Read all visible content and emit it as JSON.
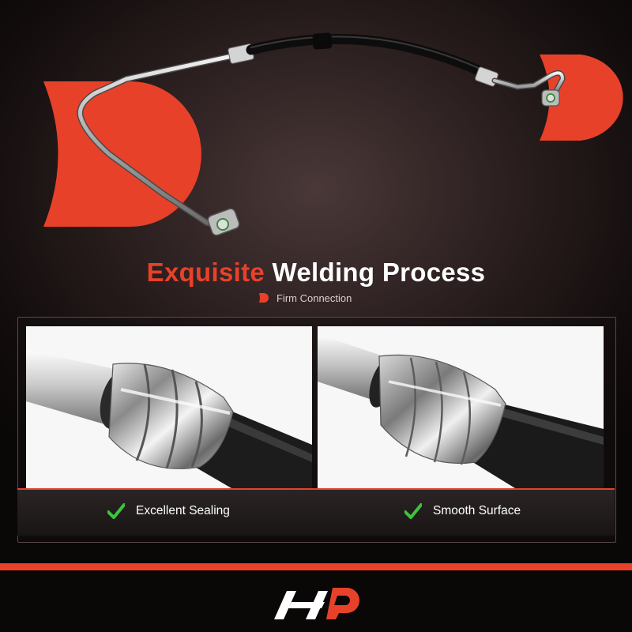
{
  "headline": {
    "accent": "Exquisite",
    "rest": " Welding Process"
  },
  "subheadline": "Firm Connection",
  "features": [
    {
      "label": "Excellent Sealing",
      "icon": "checkmark-icon"
    },
    {
      "label": "Smooth Surface",
      "icon": "checkmark-icon"
    }
  ],
  "colors": {
    "accent": "#e8412a",
    "check": "#3cc43c",
    "background": "#1a1212"
  },
  "logo": {
    "icon": "brand-logo"
  }
}
